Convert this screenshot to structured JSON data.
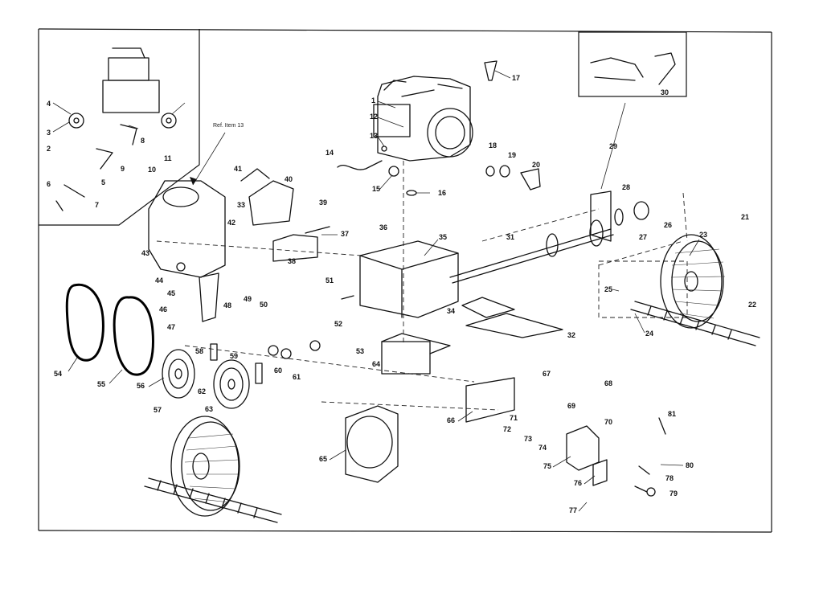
{
  "diagram": {
    "reference_note": "Ref. Item 13",
    "callouts": [
      "1",
      "2",
      "3",
      "4",
      "5",
      "6",
      "7",
      "8",
      "9",
      "10",
      "11",
      "12",
      "13",
      "14",
      "15",
      "16",
      "17",
      "18",
      "19",
      "20",
      "21",
      "22",
      "23",
      "24",
      "25",
      "26",
      "27",
      "28",
      "29",
      "30",
      "31",
      "32",
      "33",
      "34",
      "35",
      "36",
      "37",
      "38",
      "39",
      "40",
      "41",
      "42",
      "43",
      "44",
      "45",
      "46",
      "47",
      "48",
      "49",
      "50",
      "51",
      "52",
      "53",
      "54",
      "55",
      "56",
      "57",
      "58",
      "59",
      "60",
      "61",
      "62",
      "63",
      "64",
      "65",
      "66",
      "67",
      "68",
      "69",
      "70",
      "71",
      "72",
      "73",
      "74",
      "75",
      "76",
      "77",
      "78",
      "79",
      "80",
      "81"
    ]
  }
}
